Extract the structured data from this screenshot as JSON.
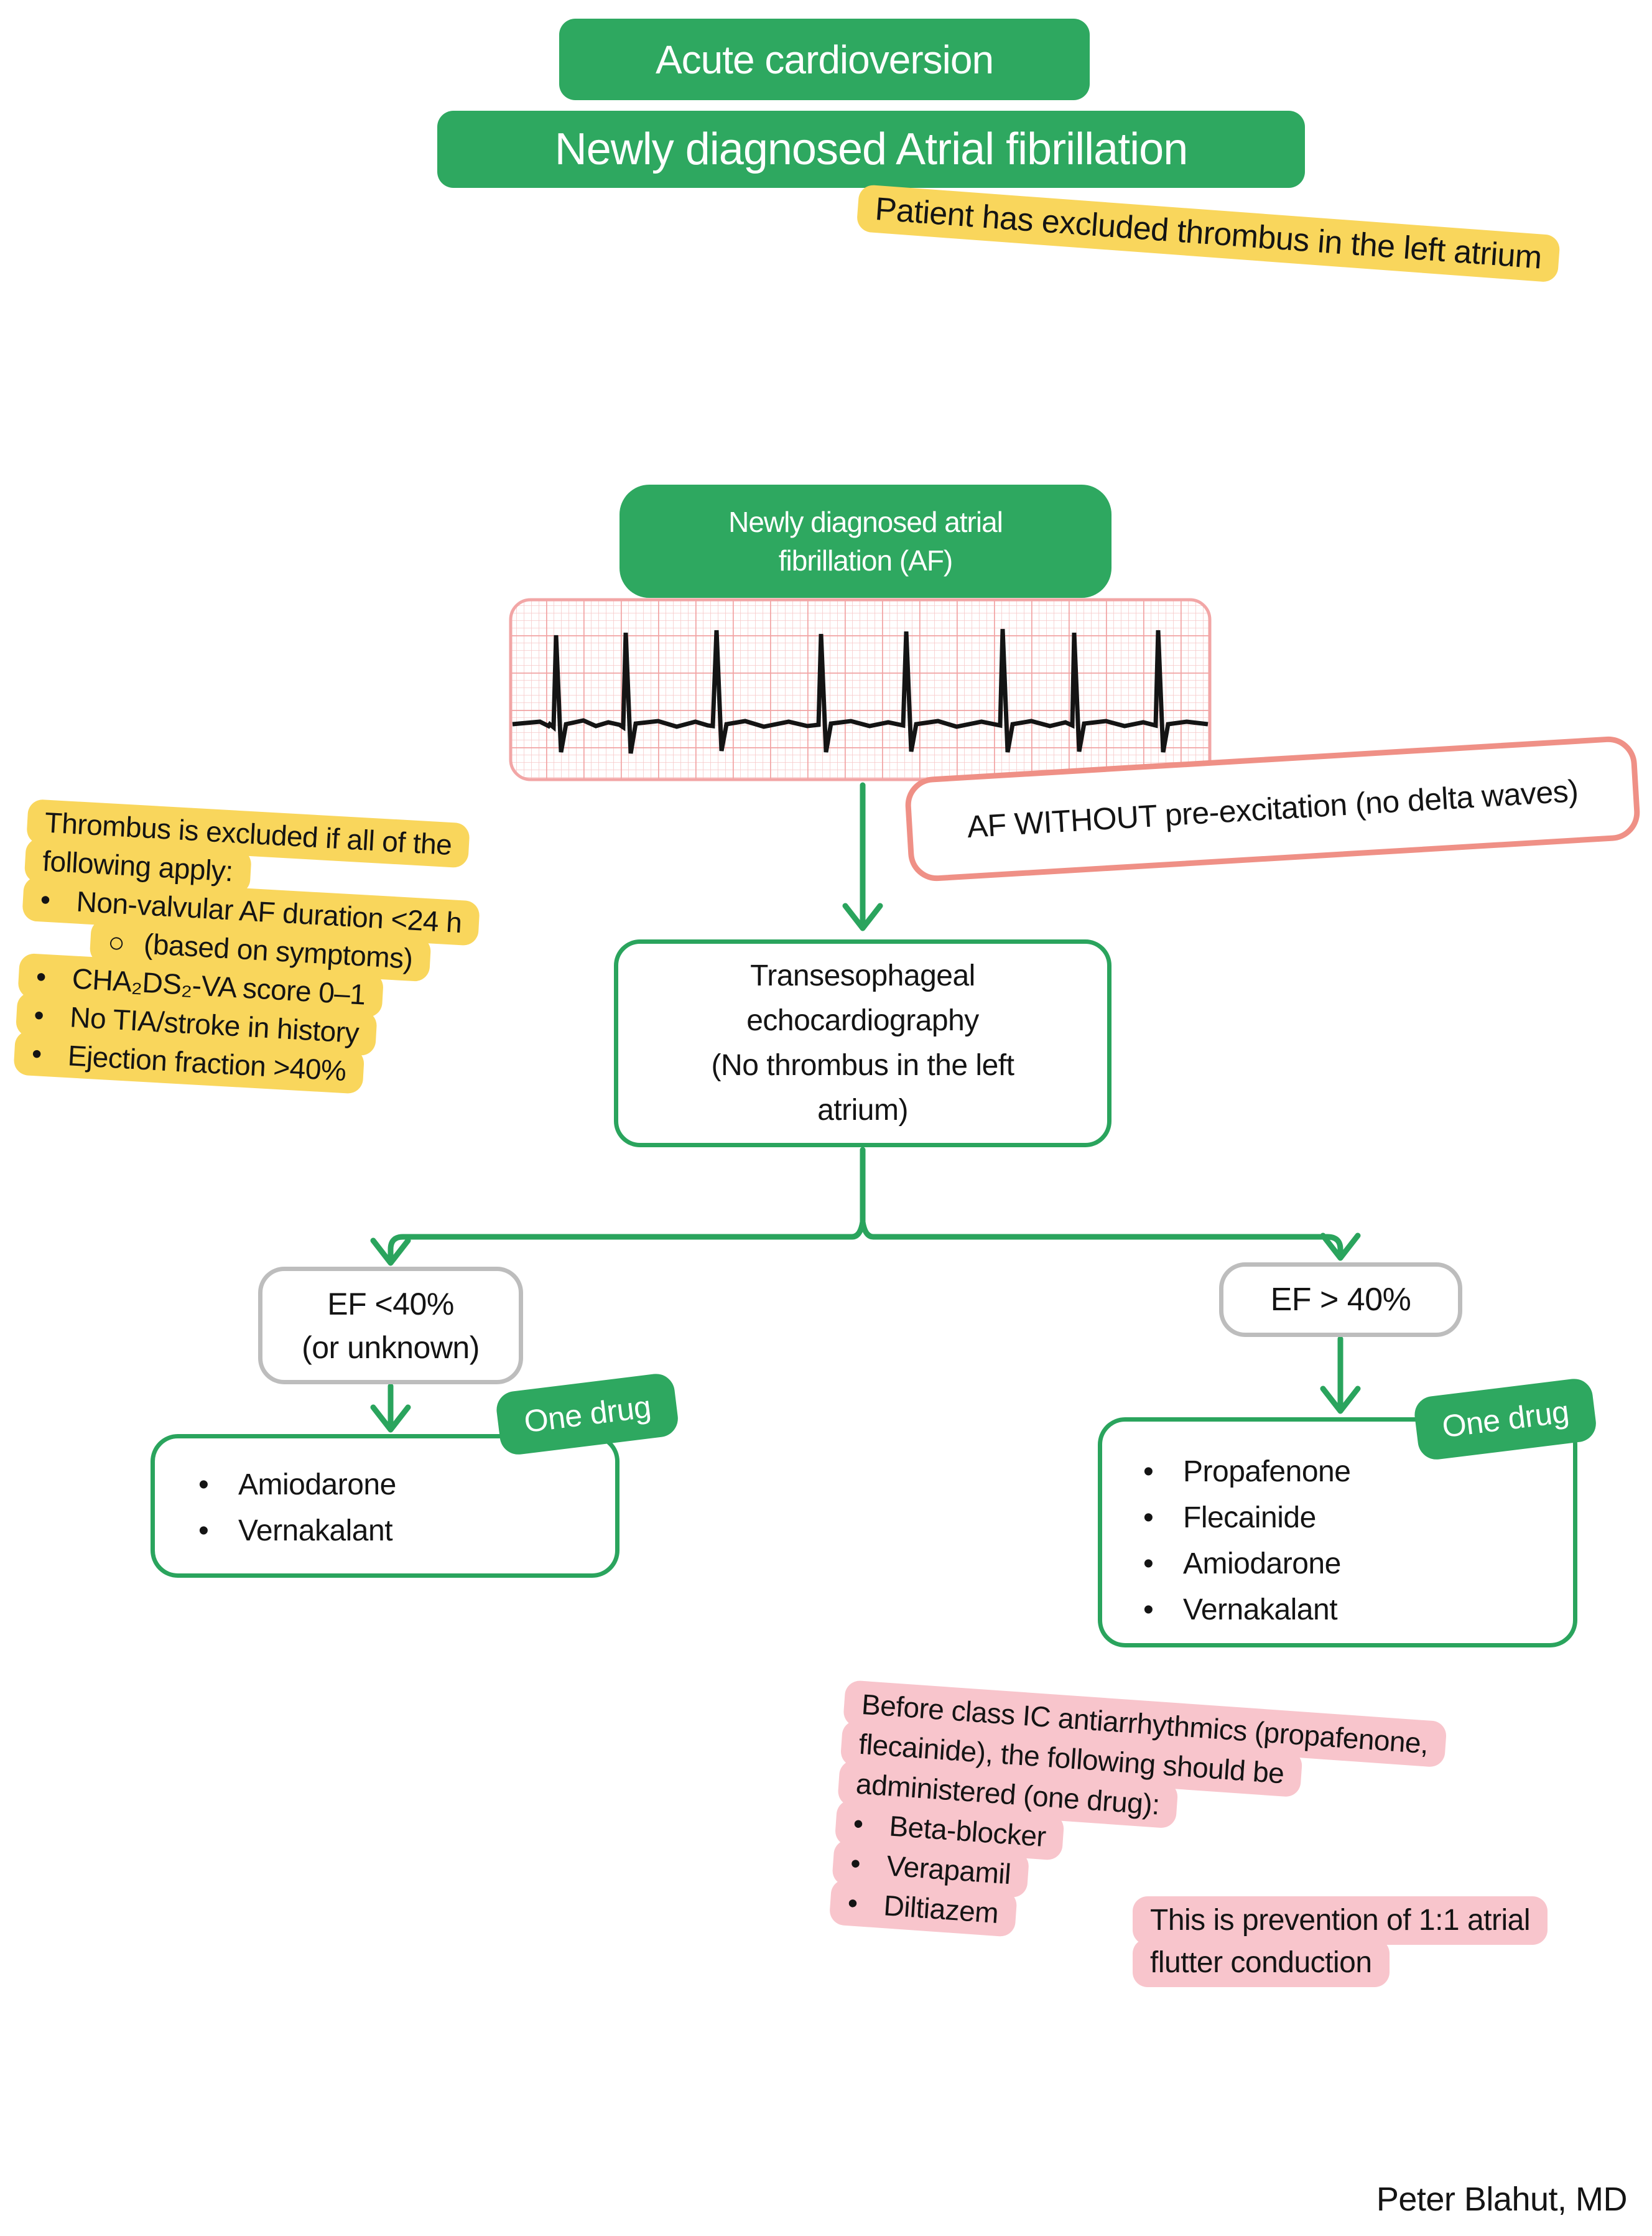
{
  "colors": {
    "green": "#2ea860",
    "line_green": "#2aa45d",
    "yellow": "#f9d65c",
    "pink": "#f8c5cc",
    "salmon_border": "#ef9086",
    "gray_border": "#bdbdbd",
    "ecg_grid_minor": "#f7c9c9",
    "ecg_grid_major": "#f1a3a3",
    "ecg_frame": "#f2a6a6",
    "text": "#141414",
    "white": "#ffffff"
  },
  "glyphs": {
    "bullet": "•",
    "circle": "○"
  },
  "header": {
    "title_line1": "Acute cardioversion",
    "title_line2": "Newly diagnosed Atrial fibrillation",
    "highlight_note": "Patient has excluded thrombus in the left atrium"
  },
  "flow": {
    "start_node": {
      "lines": [
        "Newly diagnosed atrial",
        "fibrillation (AF)"
      ]
    },
    "ecg_caption": "AF WITHOUT pre-excitation (no delta waves)",
    "tee_node": {
      "lines": [
        "Transesophageal",
        "echocardiography",
        "(No thrombus in the left",
        "atrium)"
      ]
    },
    "ef_low_node": {
      "lines": [
        "EF <40%",
        "(or unknown)"
      ]
    },
    "ef_high_node": {
      "label": "EF > 40%"
    },
    "one_drug_label_left": "One drug",
    "one_drug_label_right": "One drug",
    "drugs_ef_low": [
      "Amiodarone",
      "Vernakalant"
    ],
    "drugs_ef_high": [
      "Propafenone",
      "Flecainide",
      "Amiodarone",
      "Vernakalant"
    ]
  },
  "notes": {
    "thrombus_criteria": {
      "lines": [
        {
          "text": "Thrombus is excluded if all of the"
        },
        {
          "text": "following apply:"
        },
        {
          "bullet": "dot",
          "text": "Non-valvular AF duration <24 h"
        },
        {
          "bullet": "circle",
          "indent": true,
          "text": "(based on symptoms)"
        },
        {
          "bullet": "dot",
          "text": "CHA₂DS₂-VA score 0–1"
        },
        {
          "bullet": "dot",
          "text": "No TIA/stroke in history"
        },
        {
          "bullet": "dot",
          "text": "Ejection fraction >40%"
        }
      ]
    },
    "class_ic_warning": {
      "lines": [
        {
          "text": "Before class IC antiarrhythmics (propafenone,"
        },
        {
          "text": "flecainide), the following should be"
        },
        {
          "text": "administered (one drug):"
        },
        {
          "bullet": "dot",
          "text": "Beta-blocker"
        },
        {
          "bullet": "dot",
          "text": "Verapamil"
        },
        {
          "bullet": "dot",
          "text": "Diltiazem"
        }
      ]
    },
    "flutter_note": {
      "lines": [
        {
          "text": "This is prevention of 1:1 atrial"
        },
        {
          "text": "flutter conduction"
        }
      ]
    }
  },
  "footer": {
    "credit": "Peter Blahut, MD"
  }
}
